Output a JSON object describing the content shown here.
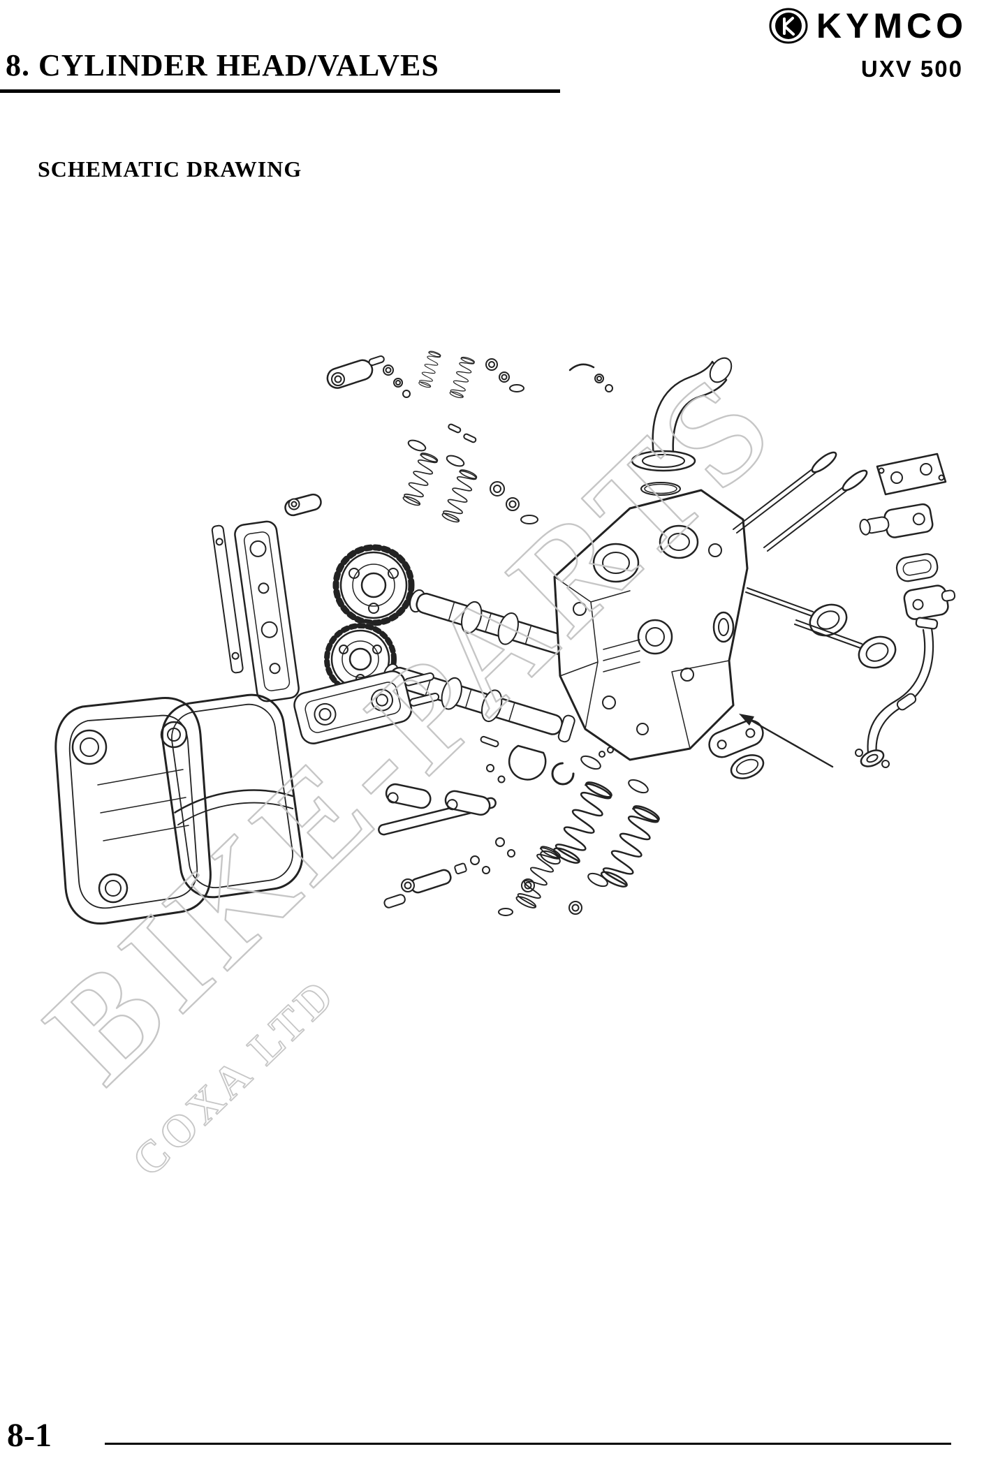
{
  "header": {
    "section_title": "8. CYLINDER HEAD/VALVES",
    "brand": "KYMCO",
    "model": "UXV 500"
  },
  "content": {
    "subheading": "SCHEMATIC DRAWING"
  },
  "watermark": {
    "primary": "BIKE-PARTS",
    "secondary": "COXA LTD",
    "color": "#c4c4c4"
  },
  "footer": {
    "page_number": "8-1"
  },
  "diagram": {
    "kind": "exploded-parts-schematic",
    "line_color": "#222222",
    "parts": [
      "valve-cover",
      "valve-cover-gasket",
      "camshaft-holder-plate",
      "rocker-arm-assemblies",
      "cam-chain-sprockets",
      "camshafts",
      "cylinder-head",
      "intake-duct",
      "intake-valves",
      "exhaust-valves",
      "valve-springs",
      "spring-retainers",
      "valve-stem-seals",
      "thermostat-housing",
      "coolant-pipe",
      "exhaust-port-gasket",
      "small-fasteners"
    ]
  }
}
